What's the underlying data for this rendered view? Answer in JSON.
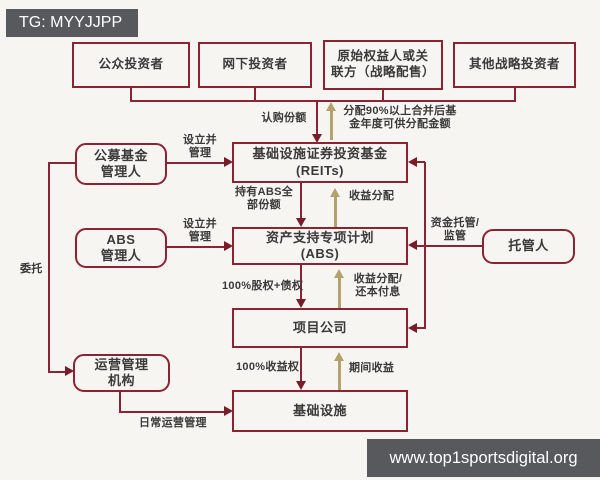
{
  "watermarks": {
    "top": "TG: MYYJJPP",
    "bottom": "www.top1sportsdigital.org"
  },
  "colors": {
    "line_red": "#8a2434",
    "arrowhead_red": "#7a1b2a",
    "arrow_gold": "#b3a36a",
    "watermark_bg": "#58595c",
    "text": "#3a3a3a",
    "background": "#f6f5f2"
  },
  "nodes": {
    "public_investor": "公众投资者",
    "offline_investor": "网下投资者",
    "original_rights_holder": "原始权益人或关\n联方（战略配售）",
    "other_strategic_investor": "其他战略投资者",
    "public_fund_manager": "公募基金\n管理人",
    "reits_fund": "基础设施证券投资基金\n(REITs)",
    "abs_manager": "ABS\n管理人",
    "abs_plan": "资产支持专项计划\n(ABS)",
    "custodian": "托管人",
    "project_company": "项目公司",
    "ops_manager": "运营管理\n机构",
    "infrastructure": "基础设施"
  },
  "edge_labels": {
    "subscribe_shares": "认购份额",
    "distribution_90pct": "分配90%以上合并后基\n金年度可供分配金额",
    "setup_and_manage": "设立并\n管理",
    "hold_all_abs_shares": "持有ABS全\n部份额",
    "income_distribution": "收益分配",
    "fund_custody_supervision": "资金托管/\n监管",
    "equity_plus_debt": "100%股权+债权",
    "income_distribution_repayment": "收益分配/\n还本付息",
    "entrust": "委托",
    "income_rights": "100%收益权",
    "period_income": "期间收益",
    "daily_operations": "日常运营管理"
  }
}
